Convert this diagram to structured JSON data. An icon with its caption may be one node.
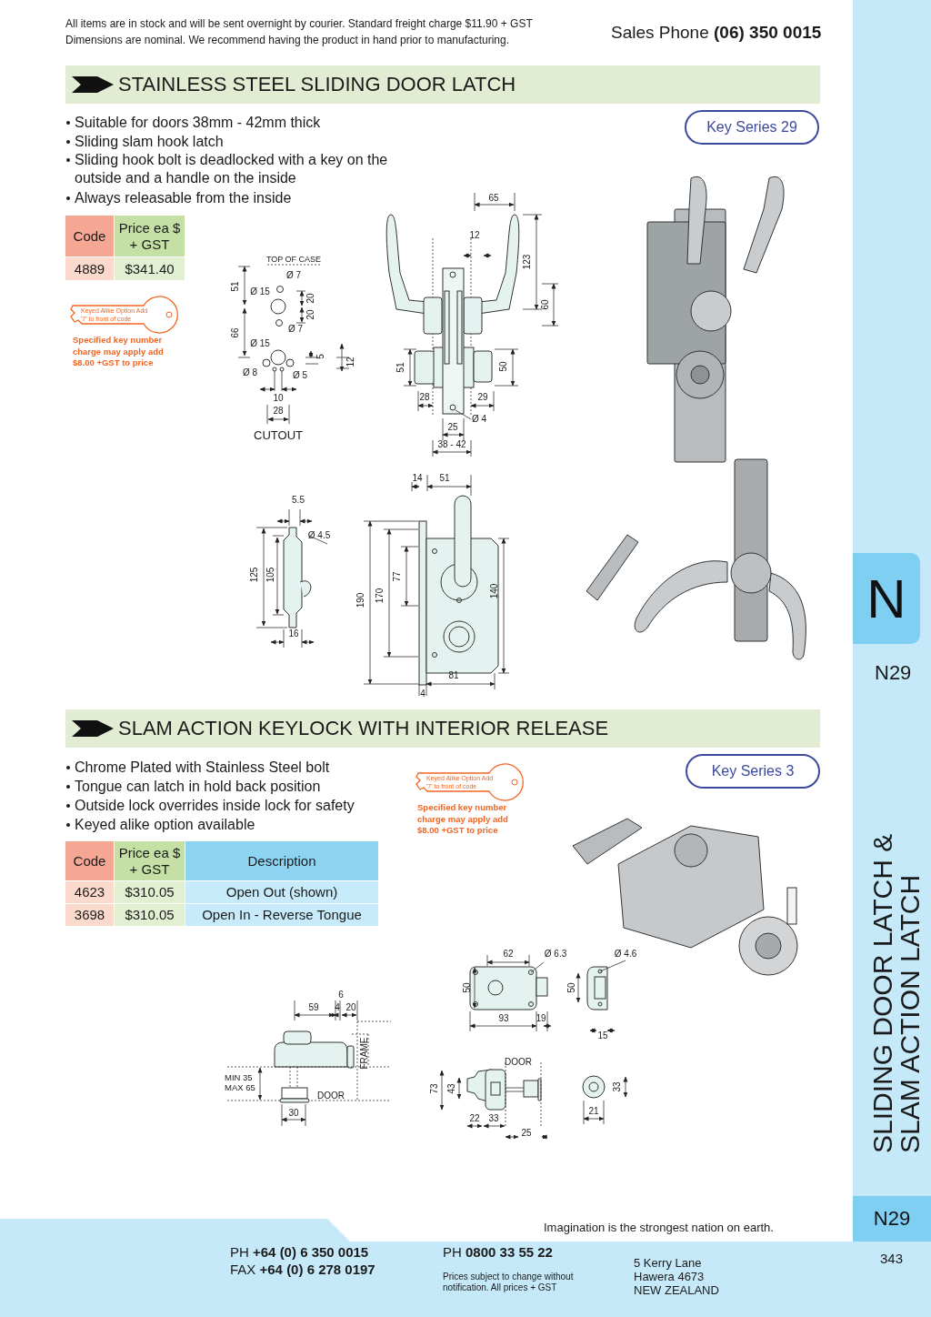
{
  "diagram": {
    "nodes": [
      {
        "text": [
          "STAINLESS STEEL SLIDING DOOR LATCH"
        ]
      },
      {
        "text": [
          "Key Series 29"
        ]
      },
      {
        "text": [
          "Keyed Alike Option Add '7' to front of code"
        ],
        "beside": [
          "Specified key number charge may apply add $8.00 +GST to price"
        ]
      },
      {
        "text": [
          "SLAM ACTION KEYLOCK WITH INTERIOR RELEASE"
        ]
      },
      {
        "text": [
          "Key Series 3"
        ]
      },
      {
        "text": [
          "Keyed Alike Option Add '7' to front of code"
        ],
        "beside": [
          "Specified key number charge may apply add $8.00 +GST to price"
        ]
      },
      {
        "text": [
          "N"
        ]
      },
      {
        "text": [
          "N29"
        ]
      }
    ],
    "labels": [
      "All items are in stock and will be sent overnight by courier. Standard freight charge $11.90 + GST",
      "Dimensions are nominal. We recommend having the product in hand prior to manufacturing.",
      "Sales Phone **(06) 350 0015**",
      "Suitable for doors 38mm - 42mm thick",
      "Sliding slam hook latch",
      "Sliding hook bolt is deadlocked with a key on the outside and a handle on the inside",
      "Always releasable from the inside",
      "Code",
      "Price ea $ + GST",
      "4889",
      "$341.40",
      "TOP OF CASE",
      "Ø 7",
      "Ø 15",
      "20",
      "20",
      "Ø 7",
      "51",
      "66",
      "Ø 15",
      "Ø 8",
      "Ø 5",
      "5",
      "12",
      "10",
      "28",
      "CUTOUT",
      "65",
      "12",
      "123",
      "60",
      "51",
      "50",
      "28",
      "29",
      "Ø 4",
      "25",
      "38 - 42",
      "5.5",
      "Ø 4.5",
      "125",
      "105",
      "16",
      "14",
      "51",
      "190",
      "170",
      "77",
      "140",
      "81",
      "4",
      "Chrome Plated with Stainless Steel bolt",
      "Tongue can latch in hold back position",
      "Outside lock overrides inside lock for safety",
      "Keyed alike option available",
      "Code",
      "Price ea $ + GST",
      "Description",
      "4623",
      "$310.05",
      "Open Out (shown)",
      "3698",
      "$310.05",
      "Open In - Reverse Tongue",
      "62",
      "Ø 6.3",
      "Ø 4.6",
      "50",
      "50",
      "93",
      "19",
      "15",
      "6",
      "59",
      "4",
      "20",
      "FRAME",
      "MIN 35 MAX 65",
      "DOOR",
      "DOOR",
      "73",
      "43",
      "33",
      "30",
      "22",
      "33",
      "21",
      "25",
      "N29",
      "SLIDING DOOR LATCH & SLAM ACTION LATCH",
      "Imagination is the strongest nation on earth.",
      "PH **+64 (0) 6 350 0015**",
      "FAX **+64 (0) 6 278 0197**",
      "PH **0800 33 55 22**",
      "Prices subject to change without notification. All prices + GST",
      "5 Kerry Lane",
      "Hawera 4673",
      "NEW ZEALAND",
      "343"
    ]
  }
}
